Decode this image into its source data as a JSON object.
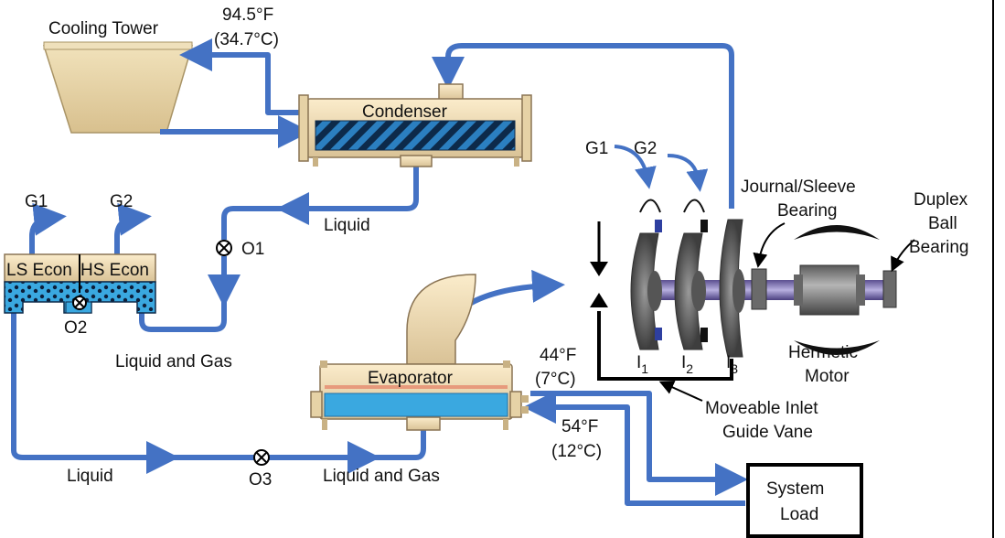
{
  "labels": {
    "cooling_tower": "Cooling Tower",
    "temp_f_top": "94.5°F",
    "temp_c_top": "(34.7°C)",
    "condenser": "Condenser",
    "g1_left": "G1",
    "g2_left": "G2",
    "ls_econ": "LS Econ",
    "hs_econ": "HS Econ",
    "o1": "O1",
    "o2": "O2",
    "o3": "O3",
    "liquid_upper": "Liquid",
    "liquid_and_gas_left": "Liquid and Gas",
    "liquid_bottom": "Liquid",
    "liquid_and_gas_bottom": "Liquid and Gas",
    "evaporator": "Evaporator",
    "temp_f_leave": "44°F",
    "temp_c_leave": "(7°C)",
    "temp_f_return": "54°F",
    "temp_c_return": "(12°C)",
    "system_load_1": "System",
    "system_load_2": "Load",
    "g1_comp": "G1",
    "g2_comp": "G2",
    "journal_1": "Journal/Sleeve",
    "journal_2": "Bearing",
    "duplex_1": "Duplex",
    "duplex_2": "Ball",
    "duplex_3": "Bearing",
    "hermetic_1": "Hermetic",
    "hermetic_2": "Motor",
    "igv_1": "Moveable Inlet",
    "igv_2": "Guide Vane",
    "i1": "I",
    "i1_sub": "1",
    "i2": "I",
    "i2_sub": "2",
    "i3": "I",
    "i3_sub": "3"
  },
  "colors": {
    "pipe": "#4472c4",
    "shell": "#f2dfb8",
    "shell_stroke": "#8a7454",
    "water": "#3aa8e0",
    "tower": "#e8d6a8",
    "impeller": "#6b6b6b",
    "shaft": "#7d6fb0",
    "motor": "#8a8a8a"
  },
  "icons": [
    "valve-icon",
    "impeller-icon",
    "motor-icon",
    "arrow-icon"
  ]
}
